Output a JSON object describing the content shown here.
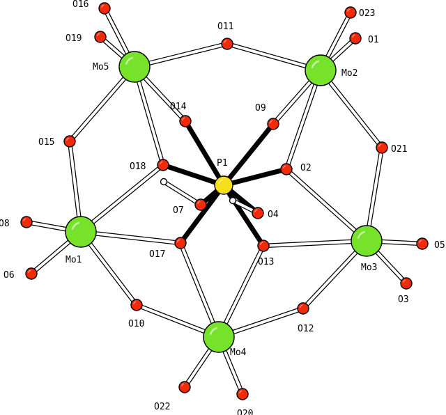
{
  "colors": {
    "molybdenum": "#77e22a",
    "phosphorus": "#f4e01a",
    "oxygen": "#f02a0a",
    "hydrogen": "#ffffff",
    "bond_dark": "#000000",
    "bond_open": "#ffffff"
  },
  "atoms": [
    {
      "id": "P1",
      "label": "P1",
      "el": "P"
    },
    {
      "id": "Mo1",
      "label": "Mo1",
      "el": "Mo"
    },
    {
      "id": "Mo2",
      "label": "Mo2",
      "el": "Mo"
    },
    {
      "id": "Mo3",
      "label": "Mo3",
      "el": "Mo"
    },
    {
      "id": "Mo4",
      "label": "Mo4",
      "el": "Mo"
    },
    {
      "id": "Mo5",
      "label": "Mo5",
      "el": "Mo"
    },
    {
      "id": "O1",
      "label": "O1",
      "el": "O"
    },
    {
      "id": "O2",
      "label": "O2",
      "el": "O"
    },
    {
      "id": "O3",
      "label": "O3",
      "el": "O"
    },
    {
      "id": "O4",
      "label": "O4",
      "el": "O"
    },
    {
      "id": "O5",
      "label": "O5",
      "el": "O"
    },
    {
      "id": "O6",
      "label": "O6",
      "el": "O"
    },
    {
      "id": "O7",
      "label": "O7",
      "el": "O"
    },
    {
      "id": "O8",
      "label": "O8",
      "el": "O"
    },
    {
      "id": "O9",
      "label": "O9",
      "el": "O"
    },
    {
      "id": "O10",
      "label": "O10",
      "el": "O"
    },
    {
      "id": "O11",
      "label": "O11",
      "el": "O"
    },
    {
      "id": "O12",
      "label": "O12",
      "el": "O"
    },
    {
      "id": "O13",
      "label": "O13",
      "el": "O"
    },
    {
      "id": "O14",
      "label": "O14",
      "el": "O"
    },
    {
      "id": "O15",
      "label": "O15",
      "el": "O"
    },
    {
      "id": "O16",
      "label": "O16",
      "el": "O"
    },
    {
      "id": "O17",
      "label": "O17",
      "el": "O"
    },
    {
      "id": "O18",
      "label": "O18",
      "el": "O"
    },
    {
      "id": "O19",
      "label": "O19",
      "el": "O"
    },
    {
      "id": "O20",
      "label": "O20",
      "el": "O"
    },
    {
      "id": "O21",
      "label": "O21",
      "el": "O"
    },
    {
      "id": "O22",
      "label": "O22",
      "el": "O"
    },
    {
      "id": "O23",
      "label": "O23",
      "el": "O"
    },
    {
      "id": "H7",
      "label": "",
      "el": "H"
    },
    {
      "id": "H4",
      "label": "",
      "el": "H"
    }
  ],
  "bonds": [
    [
      "P1",
      "O14",
      "dark"
    ],
    [
      "P1",
      "O9",
      "dark"
    ],
    [
      "P1",
      "O18",
      "dark"
    ],
    [
      "P1",
      "O2",
      "dark"
    ],
    [
      "P1",
      "O7",
      "dark"
    ],
    [
      "P1",
      "O4",
      "dark"
    ],
    [
      "P1",
      "O17",
      "dark"
    ],
    [
      "P1",
      "O13",
      "dark"
    ],
    [
      "Mo5",
      "O16",
      "open"
    ],
    [
      "Mo5",
      "O19",
      "open"
    ],
    [
      "Mo5",
      "O11",
      "open"
    ],
    [
      "Mo5",
      "O15",
      "open"
    ],
    [
      "Mo5",
      "O14",
      "open"
    ],
    [
      "Mo5",
      "O18",
      "open"
    ],
    [
      "Mo2",
      "O23",
      "open"
    ],
    [
      "Mo2",
      "O1",
      "open"
    ],
    [
      "Mo2",
      "O11",
      "open"
    ],
    [
      "Mo2",
      "O9",
      "open"
    ],
    [
      "Mo2",
      "O2",
      "open"
    ],
    [
      "Mo2",
      "O21",
      "open"
    ],
    [
      "Mo1",
      "O15",
      "open"
    ],
    [
      "Mo1",
      "O8",
      "open"
    ],
    [
      "Mo1",
      "O6",
      "open"
    ],
    [
      "Mo1",
      "O18",
      "open"
    ],
    [
      "Mo1",
      "O17",
      "open"
    ],
    [
      "Mo1",
      "O10",
      "open"
    ],
    [
      "Mo3",
      "O21",
      "open"
    ],
    [
      "Mo3",
      "O2",
      "open"
    ],
    [
      "Mo3",
      "O13",
      "open"
    ],
    [
      "Mo3",
      "O5",
      "open"
    ],
    [
      "Mo3",
      "O3",
      "open"
    ],
    [
      "Mo3",
      "O12",
      "open"
    ],
    [
      "Mo4",
      "O10",
      "open"
    ],
    [
      "Mo4",
      "O12",
      "open"
    ],
    [
      "Mo4",
      "O17",
      "open"
    ],
    [
      "Mo4",
      "O13",
      "open"
    ],
    [
      "Mo4",
      "O22",
      "open"
    ],
    [
      "Mo4",
      "O20",
      "open"
    ],
    [
      "O7",
      "H7",
      "open"
    ],
    [
      "O4",
      "H4",
      "open"
    ]
  ]
}
